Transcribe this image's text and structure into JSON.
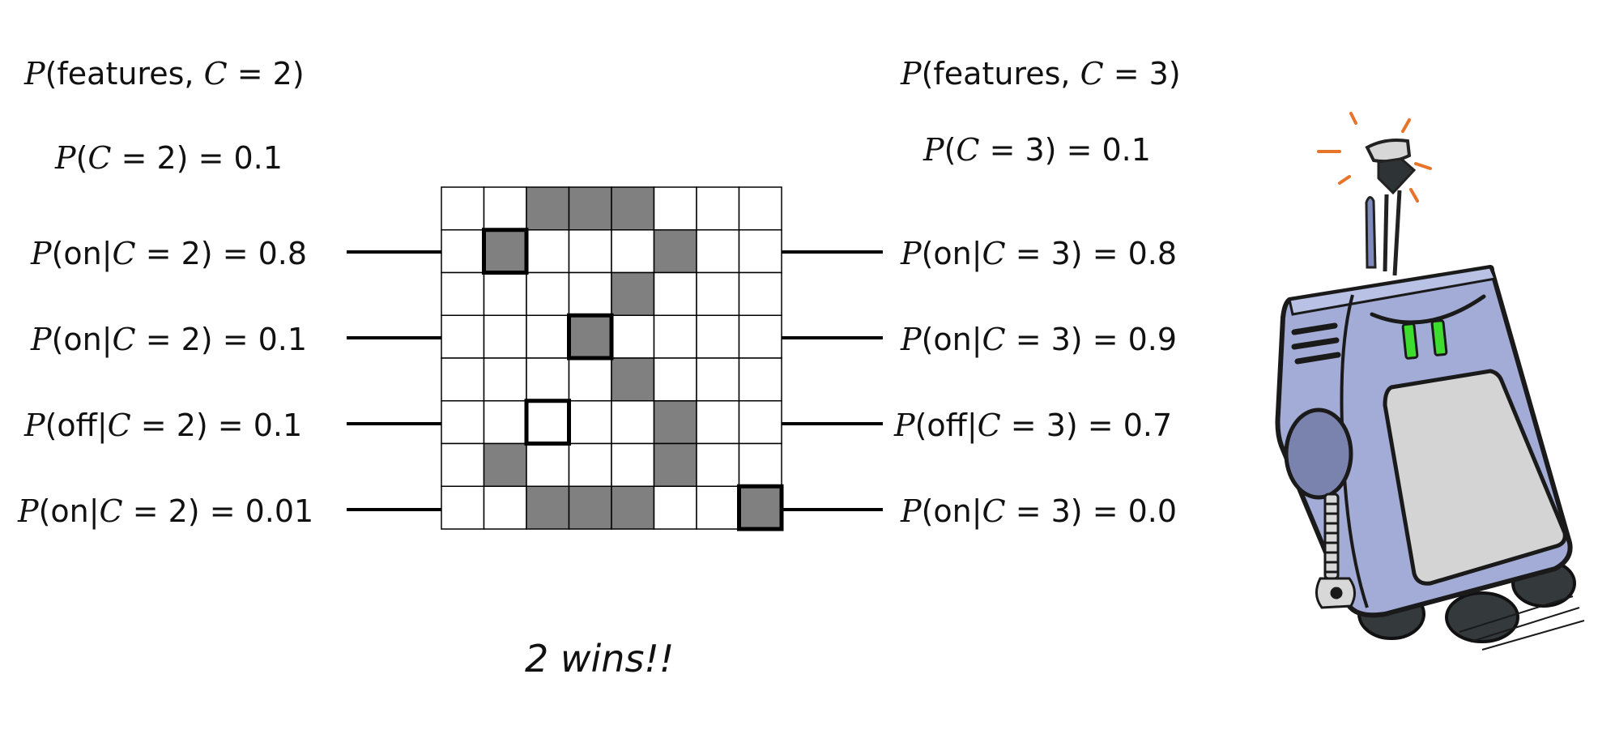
{
  "left": {
    "joint": {
      "p": "P",
      "args": "(features, ",
      "c": "C",
      "eq": " = 2)"
    },
    "prior": {
      "p": "P",
      "open": "(",
      "c": "C",
      "rest": " = 2) = 0.1"
    },
    "rows": [
      {
        "p": "P",
        "feat": "(on|",
        "c": "C",
        "rest": " = 2) = 0.8"
      },
      {
        "p": "P",
        "feat": "(on|",
        "c": "C",
        "rest": " = 2) = 0.1"
      },
      {
        "p": "P",
        "feat": "(off|",
        "c": "C",
        "rest": " = 2) = 0.1"
      },
      {
        "p": "P",
        "feat": "(on|",
        "c": "C",
        "rest": " = 2) = 0.01"
      }
    ]
  },
  "right": {
    "joint": {
      "p": "P",
      "args": "(features, ",
      "c": "C",
      "eq": " = 3)"
    },
    "prior": {
      "p": "P",
      "open": "(",
      "c": "C",
      "rest": " = 3) = 0.1"
    },
    "rows": [
      {
        "p": "P",
        "feat": "(on|",
        "c": "C",
        "rest": " = 3) = 0.8"
      },
      {
        "p": "P",
        "feat": "(on|",
        "c": "C",
        "rest": " = 3) = 0.9"
      },
      {
        "p": "P",
        "feat": "(off|",
        "c": "C",
        "rest": " = 3) = 0.7"
      },
      {
        "p": "P",
        "feat": "(on|",
        "c": "C",
        "rest": " = 3) = 0.0"
      }
    ]
  },
  "result": "2 wins!!",
  "grid": {
    "cols": 8,
    "rows": 8,
    "filled": [
      [
        0,
        2
      ],
      [
        0,
        3
      ],
      [
        0,
        4
      ],
      [
        1,
        1
      ],
      [
        1,
        5
      ],
      [
        2,
        4
      ],
      [
        3,
        3
      ],
      [
        4,
        4
      ],
      [
        5,
        5
      ],
      [
        6,
        1
      ],
      [
        6,
        5
      ],
      [
        7,
        2
      ],
      [
        7,
        3
      ],
      [
        7,
        4
      ],
      [
        7,
        7
      ]
    ],
    "highlighted": [
      [
        1,
        1
      ],
      [
        3,
        3
      ],
      [
        5,
        2
      ],
      [
        7,
        7
      ]
    ],
    "fill_color": "#808080"
  },
  "colors": {
    "robot_body": "#a3acd6",
    "robot_eyes": "#3ddc2e",
    "sparks": "#e8742a"
  }
}
